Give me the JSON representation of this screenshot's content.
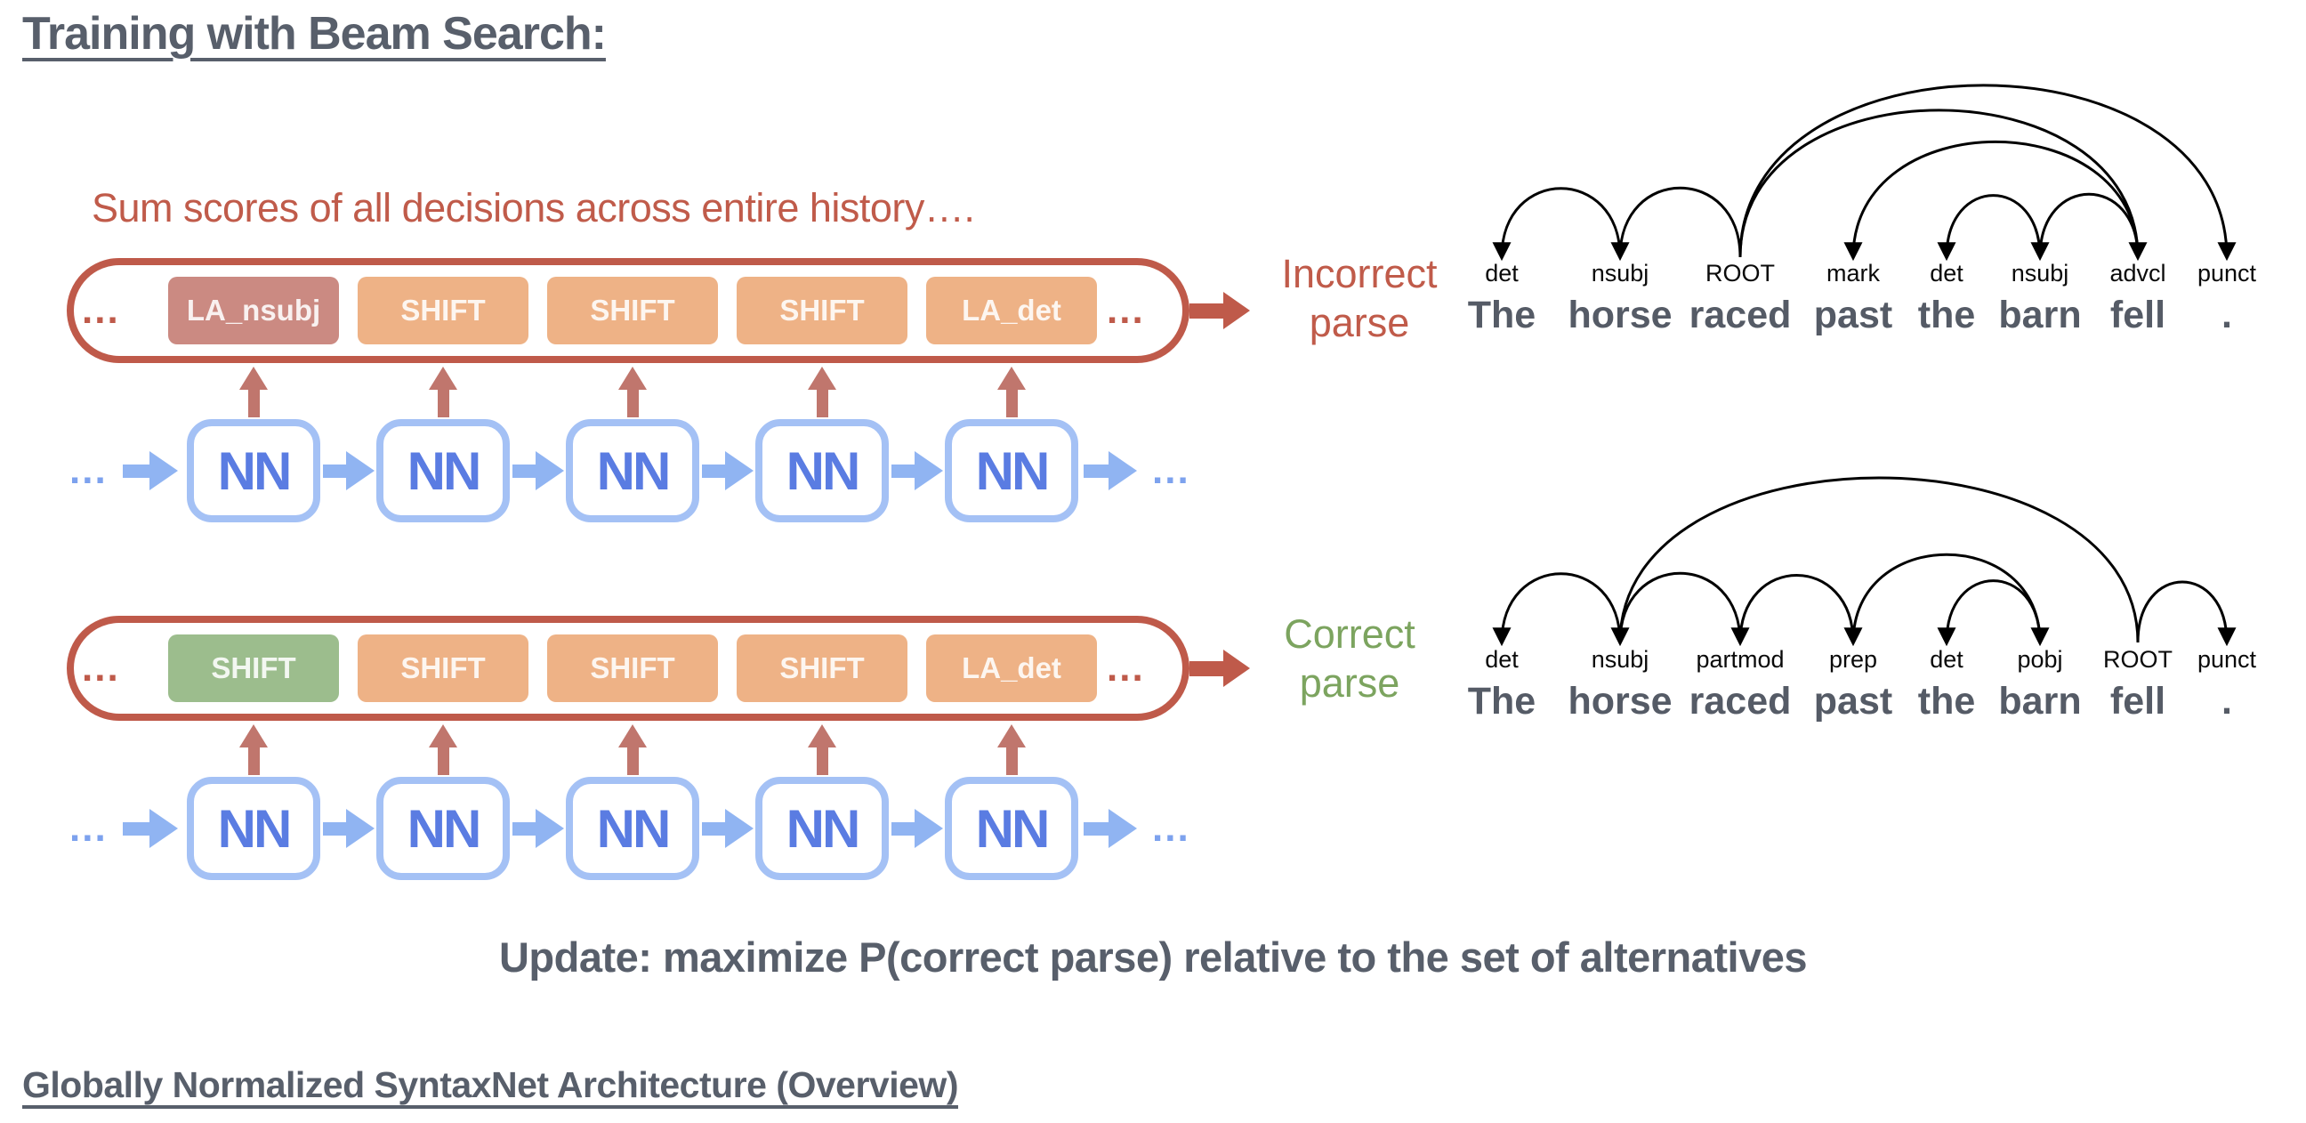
{
  "slide": {
    "title": "Training with Beam Search:",
    "subtitle": "Sum scores of all decisions across entire history….",
    "update_text": "Update: maximize P(correct parse) relative to the set of alternatives",
    "footer_heading": "Globally Normalized SyntaxNet Architecture (Overview)"
  },
  "ellipsis": "...",
  "rows": {
    "incorrect": {
      "boxes": [
        {
          "label": "LA_nsubj",
          "variant": "bad"
        },
        {
          "label": "SHIFT",
          "variant": "plain"
        },
        {
          "label": "SHIFT",
          "variant": "plain"
        },
        {
          "label": "SHIFT",
          "variant": "plain"
        },
        {
          "label": "LA_det",
          "variant": "plain"
        }
      ],
      "result_label": "Incorrect parse"
    },
    "correct": {
      "boxes": [
        {
          "label": "SHIFT",
          "variant": "good"
        },
        {
          "label": "SHIFT",
          "variant": "plain"
        },
        {
          "label": "SHIFT",
          "variant": "plain"
        },
        {
          "label": "SHIFT",
          "variant": "plain"
        },
        {
          "label": "LA_det",
          "variant": "plain"
        }
      ],
      "result_label": "Correct parse"
    }
  },
  "nn": {
    "nodes": [
      "NN",
      "NN",
      "NN",
      "NN",
      "NN"
    ]
  },
  "trees": {
    "incorrect": {
      "labels": [
        "det",
        "nsubj",
        "ROOT",
        "mark",
        "det",
        "nsubj",
        "advcl",
        "punct"
      ],
      "words": [
        "The",
        "horse",
        "raced",
        "past",
        "the",
        "barn",
        "fell",
        "."
      ],
      "arcs": [
        {
          "head": 1,
          "dep": 0,
          "relation": "det"
        },
        {
          "head": 2,
          "dep": 1,
          "relation": "nsubj"
        },
        {
          "head": 2,
          "dep": 7,
          "relation": "punct"
        },
        {
          "head": 2,
          "dep": 6,
          "relation": "advcl"
        },
        {
          "head": 6,
          "dep": 3,
          "relation": "mark"
        },
        {
          "head": 5,
          "dep": 4,
          "relation": "det"
        },
        {
          "head": 6,
          "dep": 5,
          "relation": "nsubj"
        }
      ]
    },
    "correct": {
      "labels": [
        "det",
        "nsubj",
        "partmod",
        "prep",
        "det",
        "pobj",
        "ROOT",
        "punct"
      ],
      "words": [
        "The",
        "horse",
        "raced",
        "past",
        "the",
        "barn",
        "fell",
        "."
      ],
      "arcs": [
        {
          "head": 1,
          "dep": 0,
          "relation": "det"
        },
        {
          "head": 6,
          "dep": 1,
          "relation": "nsubj"
        },
        {
          "head": 1,
          "dep": 2,
          "relation": "partmod"
        },
        {
          "head": 2,
          "dep": 3,
          "relation": "prep"
        },
        {
          "head": 3,
          "dep": 5,
          "relation": "pobj"
        },
        {
          "head": 5,
          "dep": 4,
          "relation": "det"
        },
        {
          "head": 6,
          "dep": 7,
          "relation": "punct"
        }
      ]
    }
  },
  "colors": {
    "red": "#bf5a4a",
    "red_text": "#c05b4a",
    "salmon_box": "#cb8a82",
    "orange_box": "#eeb286",
    "green_box": "#9cbd8d",
    "green_text": "#7ca45f",
    "blue_border": "#a4c1f5",
    "blue_text": "#5a7ce2",
    "blue_arrow": "#90b4f2",
    "dark_text": "#585f6b"
  }
}
